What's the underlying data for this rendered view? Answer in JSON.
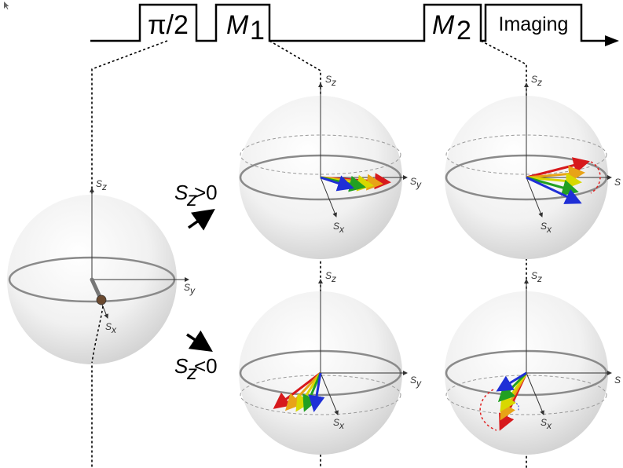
{
  "pulse_sequence": {
    "pi_half": {
      "main": "π/2"
    },
    "m1": {
      "letter": "M",
      "subscript": "1"
    },
    "m2": {
      "letter": "M",
      "subscript": "2"
    },
    "imaging": "Imaging"
  },
  "axes": {
    "x_sub": "x",
    "y_sub": "y",
    "z_sub": "z",
    "base": "S"
  },
  "conditions": {
    "positive": {
      "sign": ">0"
    },
    "negative": {
      "sign": "<0"
    }
  },
  "colors": {
    "red": "#d7191c",
    "orange": "#e8a317",
    "yellow": "#e6e600",
    "green": "#22a022",
    "blue": "#1f2fd6",
    "ring": "#8a8a8a",
    "dashed_red": "#e02020",
    "cursor": "#666666"
  },
  "icons": [
    "cursor-icon"
  ]
}
